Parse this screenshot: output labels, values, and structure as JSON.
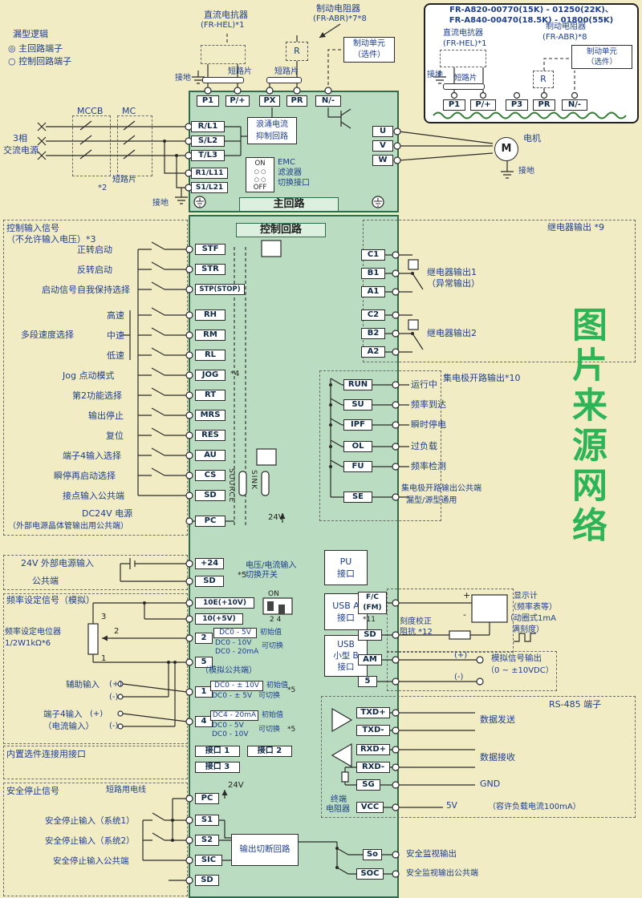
{
  "colors": {
    "background": "#f2ecc5",
    "panel_green": "#badcc0",
    "title_green": "#ddefdf",
    "label_blue": "#1d3e8f",
    "watermark_green": "#1fb04e"
  },
  "watermark": "图片来源网络",
  "legend": {
    "title": "漏型逻辑",
    "item1": "◎ 主回路端子",
    "item2": "○ 控制回路端子"
  },
  "top": {
    "dc_reactor_l1": "直流电抗器",
    "dc_reactor_l2": "(FR-HEL)*1",
    "brake_res_l1": "制动电阻器",
    "brake_res_l2": "(FR-ABR)*7*8",
    "brake_unit_l1": "制动单元",
    "brake_unit_l2": "（选件）",
    "ground": "接地",
    "jumper1": "短路片",
    "jumper2": "短路片",
    "r": "R"
  },
  "tr": {
    "title_l1": "FR-A820-00770(15K) - 01250(22K)、",
    "title_l2": "FR-A840-00470(18.5K) - 01800(55K)",
    "dc_reactor_l1": "直流电抗器",
    "dc_reactor_l2": "(FR-HEL)*1",
    "brake_res_l1": "制动电阻器",
    "brake_res_l2": "(FR-ABR)*8",
    "brake_unit_l1": "制动单元",
    "brake_unit_l2": "（选件）",
    "ground": "接地",
    "jumper": "短路片",
    "r": "R",
    "terms": [
      "P1",
      "P/+",
      "P3",
      "PR",
      "N/-"
    ]
  },
  "main": {
    "title": "主回路",
    "top_terms": [
      "P1",
      "P/+",
      "PX",
      "PR",
      "N/-"
    ],
    "in_terms": [
      "R/L1",
      "S/L2",
      "T/L3"
    ],
    "aux_terms": [
      "R1/L11",
      "S1/L21"
    ],
    "out_terms": [
      "U",
      "V",
      "W"
    ],
    "surge_l1": "浪涌电流",
    "surge_l2": "抑制回路",
    "emc_on": "ON",
    "emc_dots": "○ ○",
    "emc_off": "OFF",
    "emc_l1": "EMC",
    "emc_l2": "滤波器",
    "emc_l3": "切换接口",
    "mccb": "MCCB",
    "mc": "MC",
    "power_l1": "3相",
    "power_l2": "交流电源",
    "jumper": "短路片",
    "jumper_note": "*2",
    "ground_in": "接地",
    "motor": "M",
    "motor_label": "电机",
    "motor_ground": "接地"
  },
  "ctrl": {
    "title": "控制回路",
    "header_l1": "控制输入信号",
    "header_l2": "（不允许输入电压）*3",
    "terms": [
      "STF",
      "STR",
      "STP(STOP)",
      "RH",
      "RM",
      "RL",
      "JOG",
      "RT",
      "MRS",
      "RES",
      "AU",
      "CS",
      "SD",
      "PC"
    ],
    "labels": [
      "正转启动",
      "反转启动",
      "启动信号自我保持选择",
      "高速",
      "中速",
      "低速",
      "Jog 点动模式",
      "第2功能选择",
      "输出停止",
      "复位",
      "端子4输入选择",
      "瞬停再启动选择",
      "接点输入公共端"
    ],
    "jog_note": "*4",
    "multi_speed": "多段速度选择",
    "pc_l1": "DC24V 电源",
    "pc_l2": "（外部电源晶体管输出用公共端）",
    "source": "SOURCE",
    "sink": "SINK",
    "v24": "24V"
  },
  "relay": {
    "header": "继电器输出 *9",
    "t": [
      "C1",
      "B1",
      "A1",
      "C2",
      "B2",
      "A2"
    ],
    "label1_l1": "继电器输出1",
    "label1_l2": "（异常输出）",
    "label2": "继电器输出2"
  },
  "oc": {
    "header": "集电极开路输出*10",
    "terms": [
      "RUN",
      "SU",
      "IPF",
      "OL",
      "FU",
      "SE"
    ],
    "labels": [
      "运行中",
      "频率到达",
      "瞬时停电",
      "过负载",
      "频率检测"
    ],
    "se_l1": "集电极开路输出公共端",
    "se_l2": "漏型/源型通用"
  },
  "mid": {
    "ext_label": "24V 外部电源输入",
    "common": "公共端",
    "t24": "+24",
    "tsd": "SD",
    "star5": "*5",
    "vi_l1": "电压/电流输入",
    "vi_l2": "切换开关",
    "pu_l1": "PU",
    "pu_l2": "接口",
    "dip_on": "ON",
    "dip_nums": "2 4"
  },
  "usb": {
    "a_l1": "USB A",
    "a_l2": "接口",
    "b_l1": "USB",
    "b_l2": "小型 B",
    "b_l3": "接口"
  },
  "freq": {
    "header": "频率设定信号（模拟）",
    "t10e": "10E(+10V)",
    "t10": "10(+5V)",
    "t2": "2",
    "t5": "5",
    "t1": "1",
    "t4": "4",
    "pot_l1": "频率设定电位器",
    "pot_l2": "1/2W1kΩ*6",
    "pin1": "1",
    "pin2": "2",
    "pin3": "3",
    "t2v1": "DC0 - 5V",
    "t2v1n": "初始值",
    "t2v2": "DC0 - 10V",
    "t2v3": "DC0 - 20mA",
    "t2v23n": "可切换",
    "t5_label": "（模拟公共端）",
    "aux_label": "辅助输入",
    "aux_p": "(+)",
    "aux_m": "(-)",
    "t1v1": "DC0 - ± 10V",
    "t1v1n": "初始值",
    "t1v2": "DC0 - ± 5V",
    "t1v2n": "可切换",
    "t1star": "*5",
    "t4_l1": "端子4输入",
    "t4_l2": "（电流输入）",
    "t4_p": "(+)",
    "t4_m": "(-)",
    "t4v1": "DC4 - 20mA",
    "t4v1n": "初始值",
    "t4v2": "DC0 - 5V",
    "t4v3": "DC0 - 10V",
    "t4v23n": "可切换",
    "t4star": "*5"
  },
  "fm": {
    "t_l1": "F/C",
    "t_l2": "(FM)",
    "star": "*11",
    "tsd": "SD",
    "cal_l1": "刻度校正",
    "cal_l2": "阻抗 *12",
    "plus": "+",
    "minus": "-",
    "disp_l1": "显示计",
    "disp_l2": "（频率表等）",
    "disp_l3": "（动圈式1mA",
    "disp_l4": "满刻度）"
  },
  "am": {
    "t": "AM",
    "t5": "5",
    "p": "(+)",
    "m": "(-)",
    "label_l1": "模拟信号输出",
    "label_l2": "（0 ~ ±10VDC）"
  },
  "rs": {
    "header": "RS-485 端子",
    "txdp": "TXD+",
    "txdm": "TXD-",
    "tx": "数据发送",
    "rxdp": "RXD+",
    "rxdm": "RXD-",
    "rx": "数据接收",
    "sg": "SG",
    "gnd": "GND",
    "res_l1": "终端",
    "res_l2": "电阻器",
    "vcc": "VCC",
    "v5": "5V",
    "note": "（容许负载电流100mA）"
  },
  "opt": {
    "header": "内置选件连接用接口",
    "p1": "接口 1",
    "p2": "接口 2",
    "p3": "接口 3"
  },
  "safe": {
    "header": "安全停止信号",
    "wire": "短路用电线",
    "v24": "24V",
    "pc": "PC",
    "s1": "S1",
    "s2": "S2",
    "sic": "SIC",
    "sd": "SD",
    "s1_label": "安全停止输入（系统1）",
    "s2_label": "安全停止输入（系统2）",
    "sic_label": "安全停止输入公共端",
    "box": "输出切断回路",
    "so": "So",
    "so_label": "安全监视输出",
    "soc": "SOC",
    "soc_label": "安全监视输出公共端"
  }
}
